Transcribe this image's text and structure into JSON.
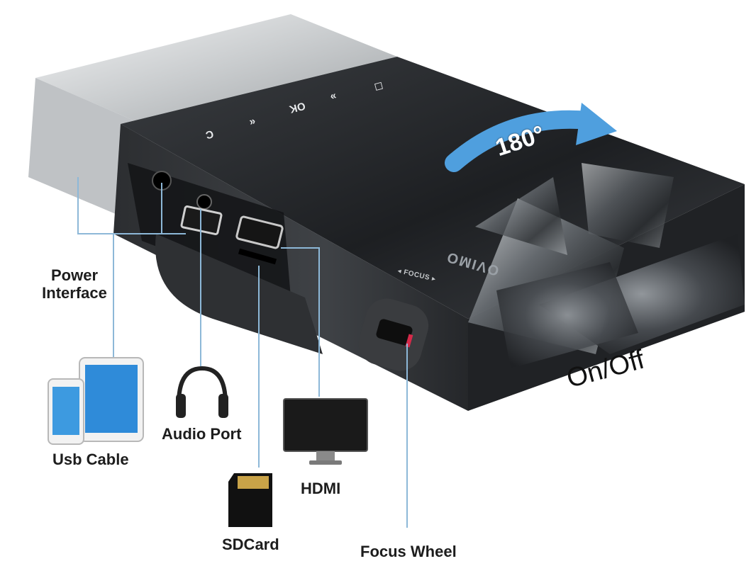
{
  "labels": {
    "power_interface_line1": "Power",
    "power_interface_line2": "Interface",
    "usb_cable": "Usb Cable",
    "audio_port": "Audio Port",
    "hdmi": "HDMI",
    "sd_card": "SDCard",
    "focus_wheel": "Focus Wheel",
    "on_off": "On/Off",
    "rotation": "180°"
  },
  "device": {
    "brand": "OVIMO",
    "focus_tag": "◂ FOCUS ▸",
    "buttons": [
      "C",
      "«",
      "OK",
      "»",
      "◻"
    ]
  },
  "colors": {
    "body_dark": "#2a2c2f",
    "silver": "#d6d8da",
    "callout_line": "#8db8d8",
    "arrow": "#4f9fde"
  }
}
